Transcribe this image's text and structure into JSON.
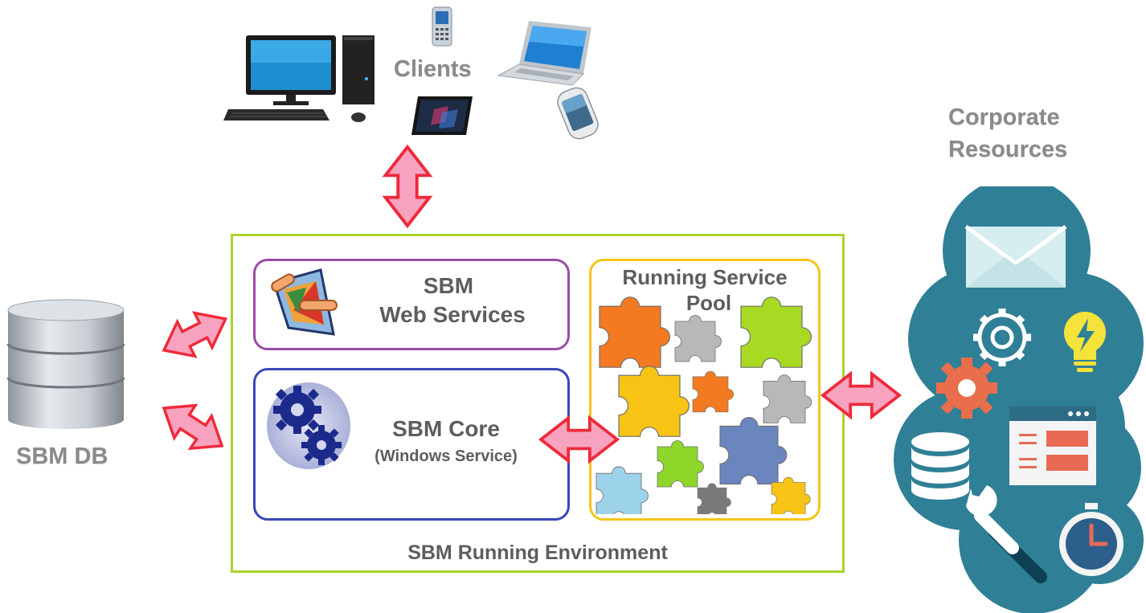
{
  "clients": {
    "label": "Clients"
  },
  "corporate": {
    "line1": "Corporate",
    "line2": "Resources"
  },
  "db": {
    "label": "SBM DB"
  },
  "environment": {
    "label": "SBM Running Environment",
    "border_color": "#a8d42c"
  },
  "web_services": {
    "line1": "SBM",
    "line2": "Web Services",
    "border_color": "#9a4ca6"
  },
  "core": {
    "line1": "SBM Core",
    "line2": "(Windows Service)",
    "border_color": "#3a47b8"
  },
  "pool": {
    "line1": "Running Service",
    "line2": "Pool",
    "border_color": "#f5c518"
  },
  "colors": {
    "arrow_fill": "#f7a3c0",
    "arrow_stroke": "#ee2a3a",
    "cloud": "#2f7f96"
  }
}
